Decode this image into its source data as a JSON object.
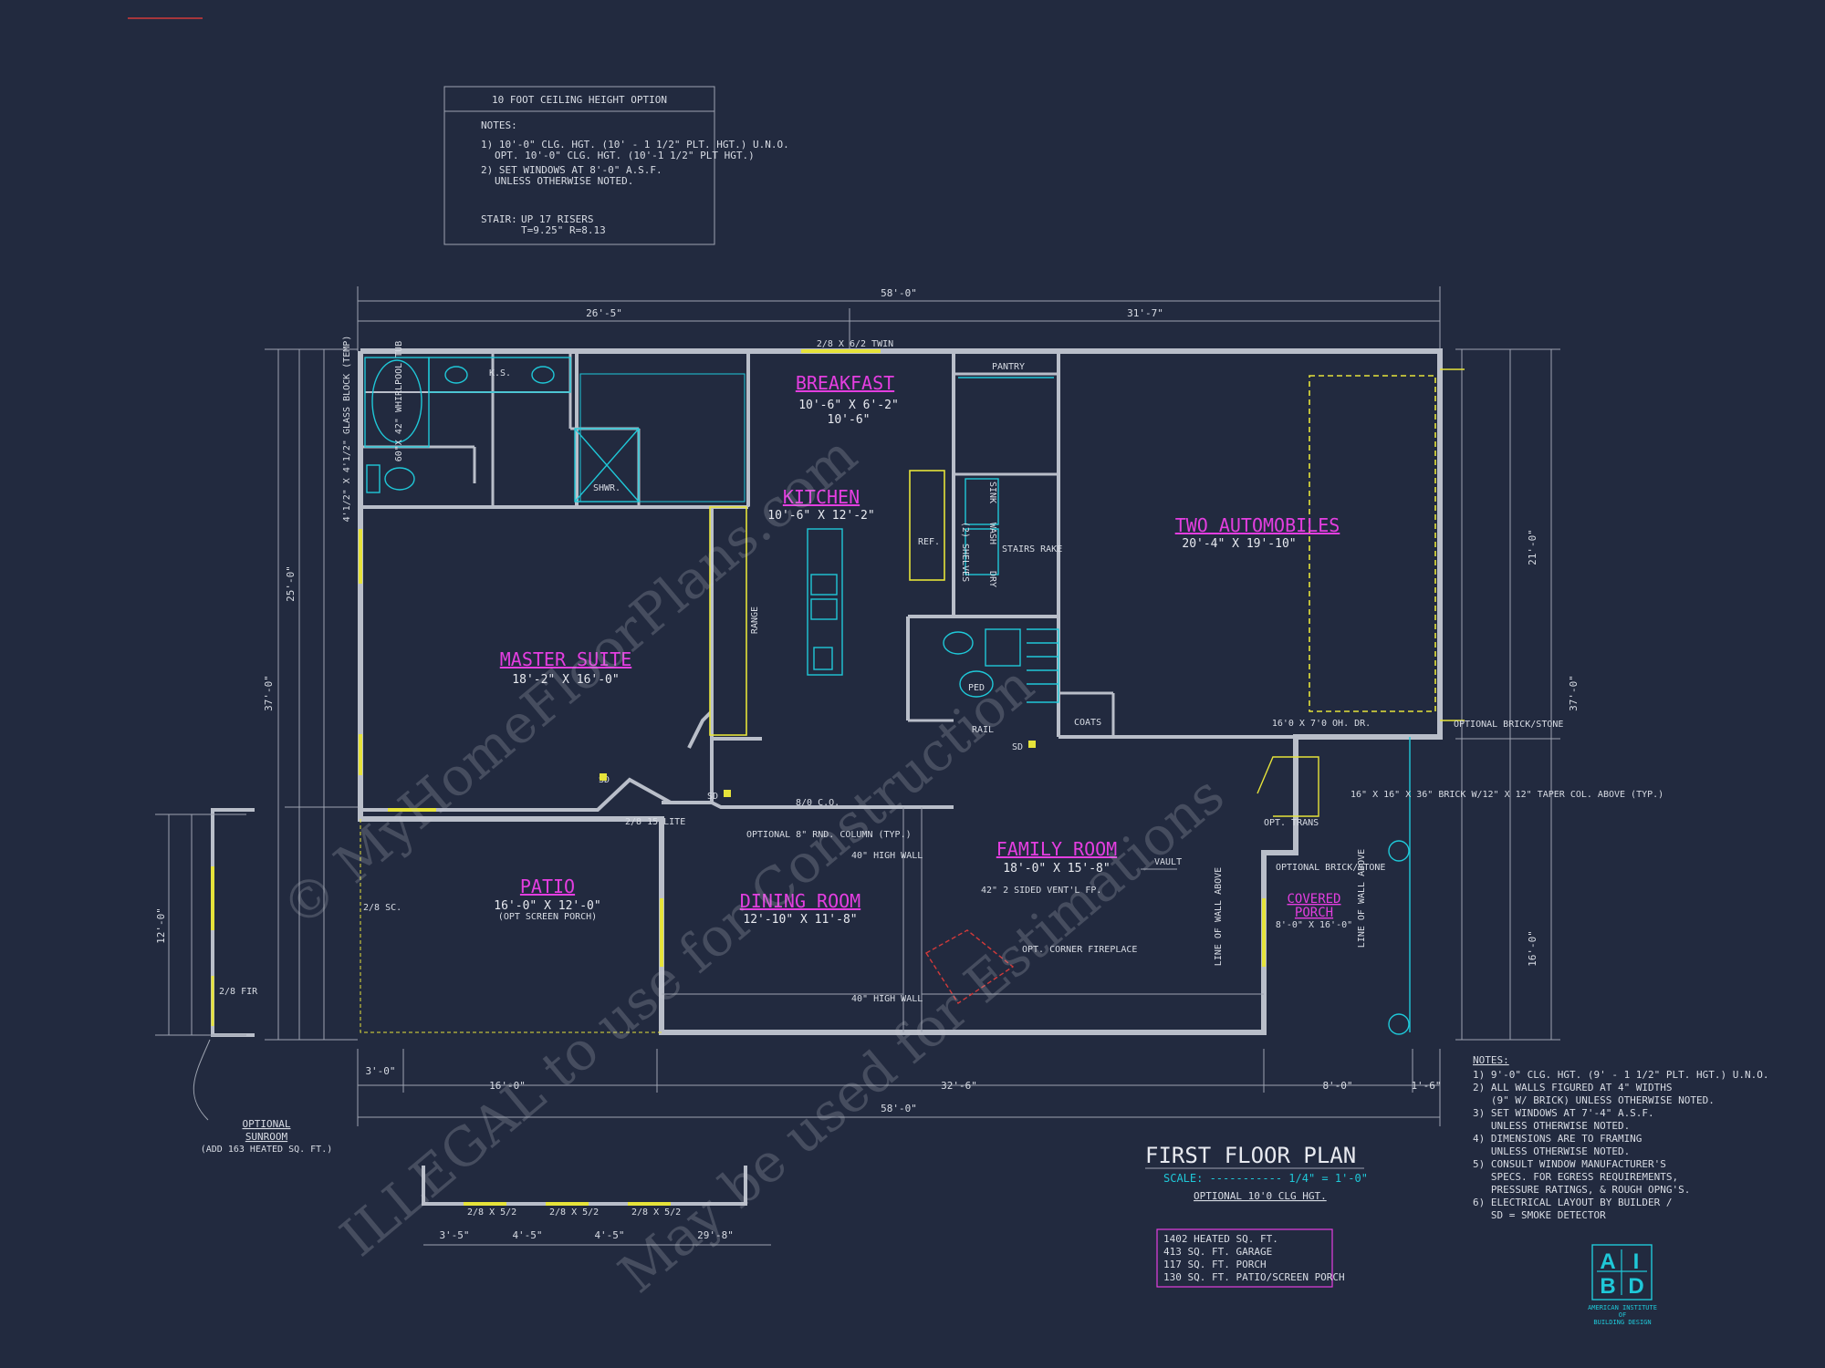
{
  "option_box": {
    "title": "10 FOOT CEILING HEIGHT OPTION",
    "notes_label": "NOTES:",
    "note1a": "1) 10'-0\" CLG. HGT. (10' - 1 1/2\" PLT. HGT.) U.N.O.",
    "note1b": "OPT. 10'-0\" CLG. HGT. (10'-1 1/2\" PLT HGT.)",
    "note2a": "2) SET WINDOWS AT 8'-0\" A.S.F.",
    "note2b": "UNLESS OTHERWISE NOTED.",
    "stair_label": "STAIR:",
    "stair_a": "UP 17 RISERS",
    "stair_b": "T=9.25\" R=8.13"
  },
  "rooms": {
    "breakfast": {
      "name": "BREAKFAST",
      "dim": "10'-6\" X 6'-2\"",
      "sub": "10'-6\""
    },
    "kitchen": {
      "name": "KITCHEN",
      "dim": "10'-6\" X 12'-2\""
    },
    "master": {
      "name": "MASTER SUITE",
      "dim": "18'-2\" X 16'-0\""
    },
    "garage": {
      "name": "TWO AUTOMOBILES",
      "dim": "20'-4\" X 19'-10\""
    },
    "family": {
      "name": "FAMILY ROOM",
      "dim": "18'-0\" X 15'-8\""
    },
    "dining": {
      "name": "DINING ROOM",
      "dim": "12'-10\" X 11'-8\""
    },
    "patio": {
      "name": "PATIO",
      "dim": "16'-0\" X 12'-0\"",
      "sub": "(OPT SCREEN PORCH)"
    },
    "porch": {
      "name1": "COVERED",
      "name2": "PORCH",
      "dim": "8'-0\" X 16'-0\""
    }
  },
  "dims_top": {
    "total": "58'-0\"",
    "left": "26'-5\"",
    "right": "31'-7\""
  },
  "dims_bottom": {
    "a": "3'-0\"",
    "b": "16'-0\"",
    "c": "32'-6\"",
    "d": "8'-0\"",
    "e": "1'-6\"",
    "total": "58'-0\""
  },
  "dims_side": {
    "left_total": "37'-0\"",
    "left_mid": "25'-0\"",
    "right_total": "37'-0\"",
    "right_a": "21'-0\"",
    "right_b": "16'-0\"",
    "sun_total": "12'-0\""
  },
  "labels": {
    "twin_top": "2/8 X 6/2 TWIN",
    "pantry": "PANTRY",
    "range": "RANGE",
    "ref": "REF.",
    "shelves": "(2) SHELVES",
    "sink": "SINK",
    "wash": "WASH",
    "dry": "DRY",
    "stairs_rake": "STAIRS RAKE",
    "coats": "COATS",
    "rail": "RAIL",
    "ped": "PED",
    "shwr": "SHWR.",
    "ks": "K.S.",
    "tub": "60\"X 42\" WHIRLPOOL TUB",
    "glass_block": "4'1/2\" X 4'1/2\" GLASS BLOCK (TEMP)",
    "ohdr": "16'0 X 7'0 OH. DR.",
    "opt_brick": "OPTIONAL BRICK/STONE",
    "co": "8/0 C.O.",
    "column": "OPTIONAL 8\" RND. COLUMN (TYP.)",
    "high_wall": "40\" HIGH WALL",
    "fireplace": "42\" 2 SIDED VENT'L FP.",
    "corner_fp": "OPT. CORNER FIREPLACE",
    "vault": "VAULT",
    "line_wall": "LINE OF WALL ABOVE",
    "brick_col": "16\" X 16\" X 36\" BRICK W/12\" X 12\" TAPER COL. ABOVE (TYP.)",
    "opt_trans": "OPT. TRANS",
    "sd": "SD",
    "sunroom1": "OPTIONAL",
    "sunroom2": "SUNROOM",
    "sunroom3": "(ADD 163 HEATED SQ. FT.)",
    "fir": "2/8 FIR",
    "sc": "2/8 SC.",
    "lite": "2/8 15 LITE",
    "sun_dims": [
      "3'-5\"",
      "4'-5\"",
      "4'-5\"",
      "29'-8\""
    ],
    "sun_win": "2/8 X 5/2"
  },
  "plan_title": "FIRST FLOOR PLAN",
  "scale": "SCALE: ----------- 1/4\" = 1'-0\"",
  "opt_clg": "OPTIONAL 10'0 CLG HGT.",
  "areas": [
    "1402 HEATED SQ. FT.",
    "413 SQ. FT. GARAGE",
    "117 SQ. FT. PORCH",
    "130 SQ. FT. PATIO/SCREEN PORCH"
  ],
  "notes": {
    "title": "NOTES:",
    "lines": [
      "1) 9'-0\" CLG. HGT. (9' - 1 1/2\" PLT. HGT.) U.N.O.",
      "2) ALL WALLS FIGURED AT 4\" WIDTHS",
      "   (9\" W/ BRICK) UNLESS OTHERWISE NOTED.",
      "3) SET WINDOWS AT 7'-4\" A.S.F.",
      "   UNLESS OTHERWISE NOTED.",
      "4) DIMENSIONS ARE TO FRAMING",
      "   UNLESS OTHERWISE NOTED.",
      "5) CONSULT WINDOW MANUFACTURER'S",
      "   SPECS. FOR EGRESS REQUIREMENTS,",
      "   PRESSURE RATINGS, & ROUGH OPNG'S.",
      "6) ELECTRICAL LAYOUT BY BUILDER /",
      "   SD = SMOKE DETECTOR"
    ]
  },
  "logo": {
    "a": "A",
    "i": "I",
    "b": "B",
    "d": "D",
    "line1": "AMERICAN INSTITUTE",
    "line2": "OF",
    "line3": "BUILDING DESIGN"
  },
  "watermark": {
    "line1": "© MyHomeFloorPlans.com",
    "line2": "ILLEGAL to use for Construction",
    "line3": "May be used for Estimations"
  },
  "colors": {
    "background": "#222a3f",
    "walls": "#b9bec9",
    "room_labels": "#e43ee0",
    "fixtures": "#1fc8d8",
    "windows": "#e6e33a"
  }
}
